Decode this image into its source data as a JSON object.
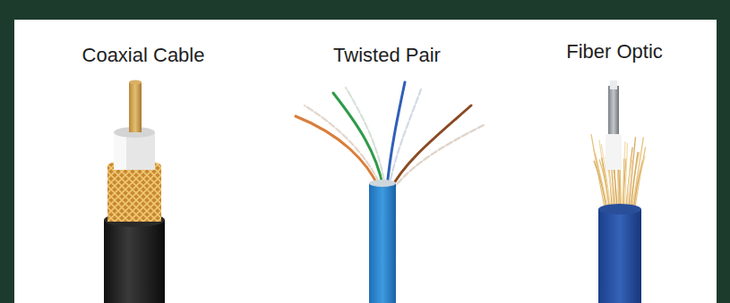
{
  "diagram": {
    "labels": [
      "Coaxial Cable",
      "Twisted Pair",
      "Fiber Optic"
    ]
  }
}
